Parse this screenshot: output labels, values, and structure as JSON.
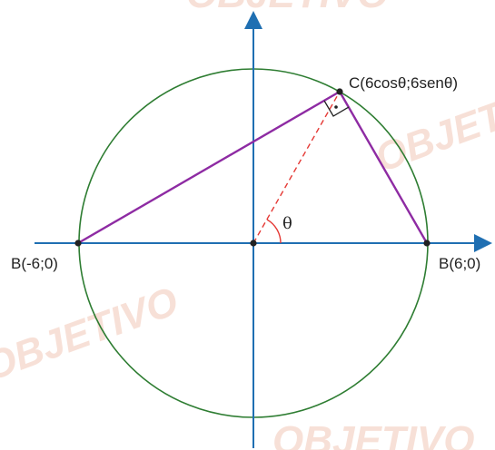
{
  "watermark": {
    "text": "OBJETIVO",
    "color": "#f2c8b8"
  },
  "labels": {
    "point_c": "C(6cosθ;6senθ)",
    "point_left": "B(-6;0)",
    "point_right": "B(6;0)",
    "angle": "θ"
  },
  "colors": {
    "axes": "#1f6fb2",
    "circle": "#2e7d32",
    "triangle": "#8e2ba3",
    "radius_dashed": "#e53935",
    "points": "#222222"
  }
}
